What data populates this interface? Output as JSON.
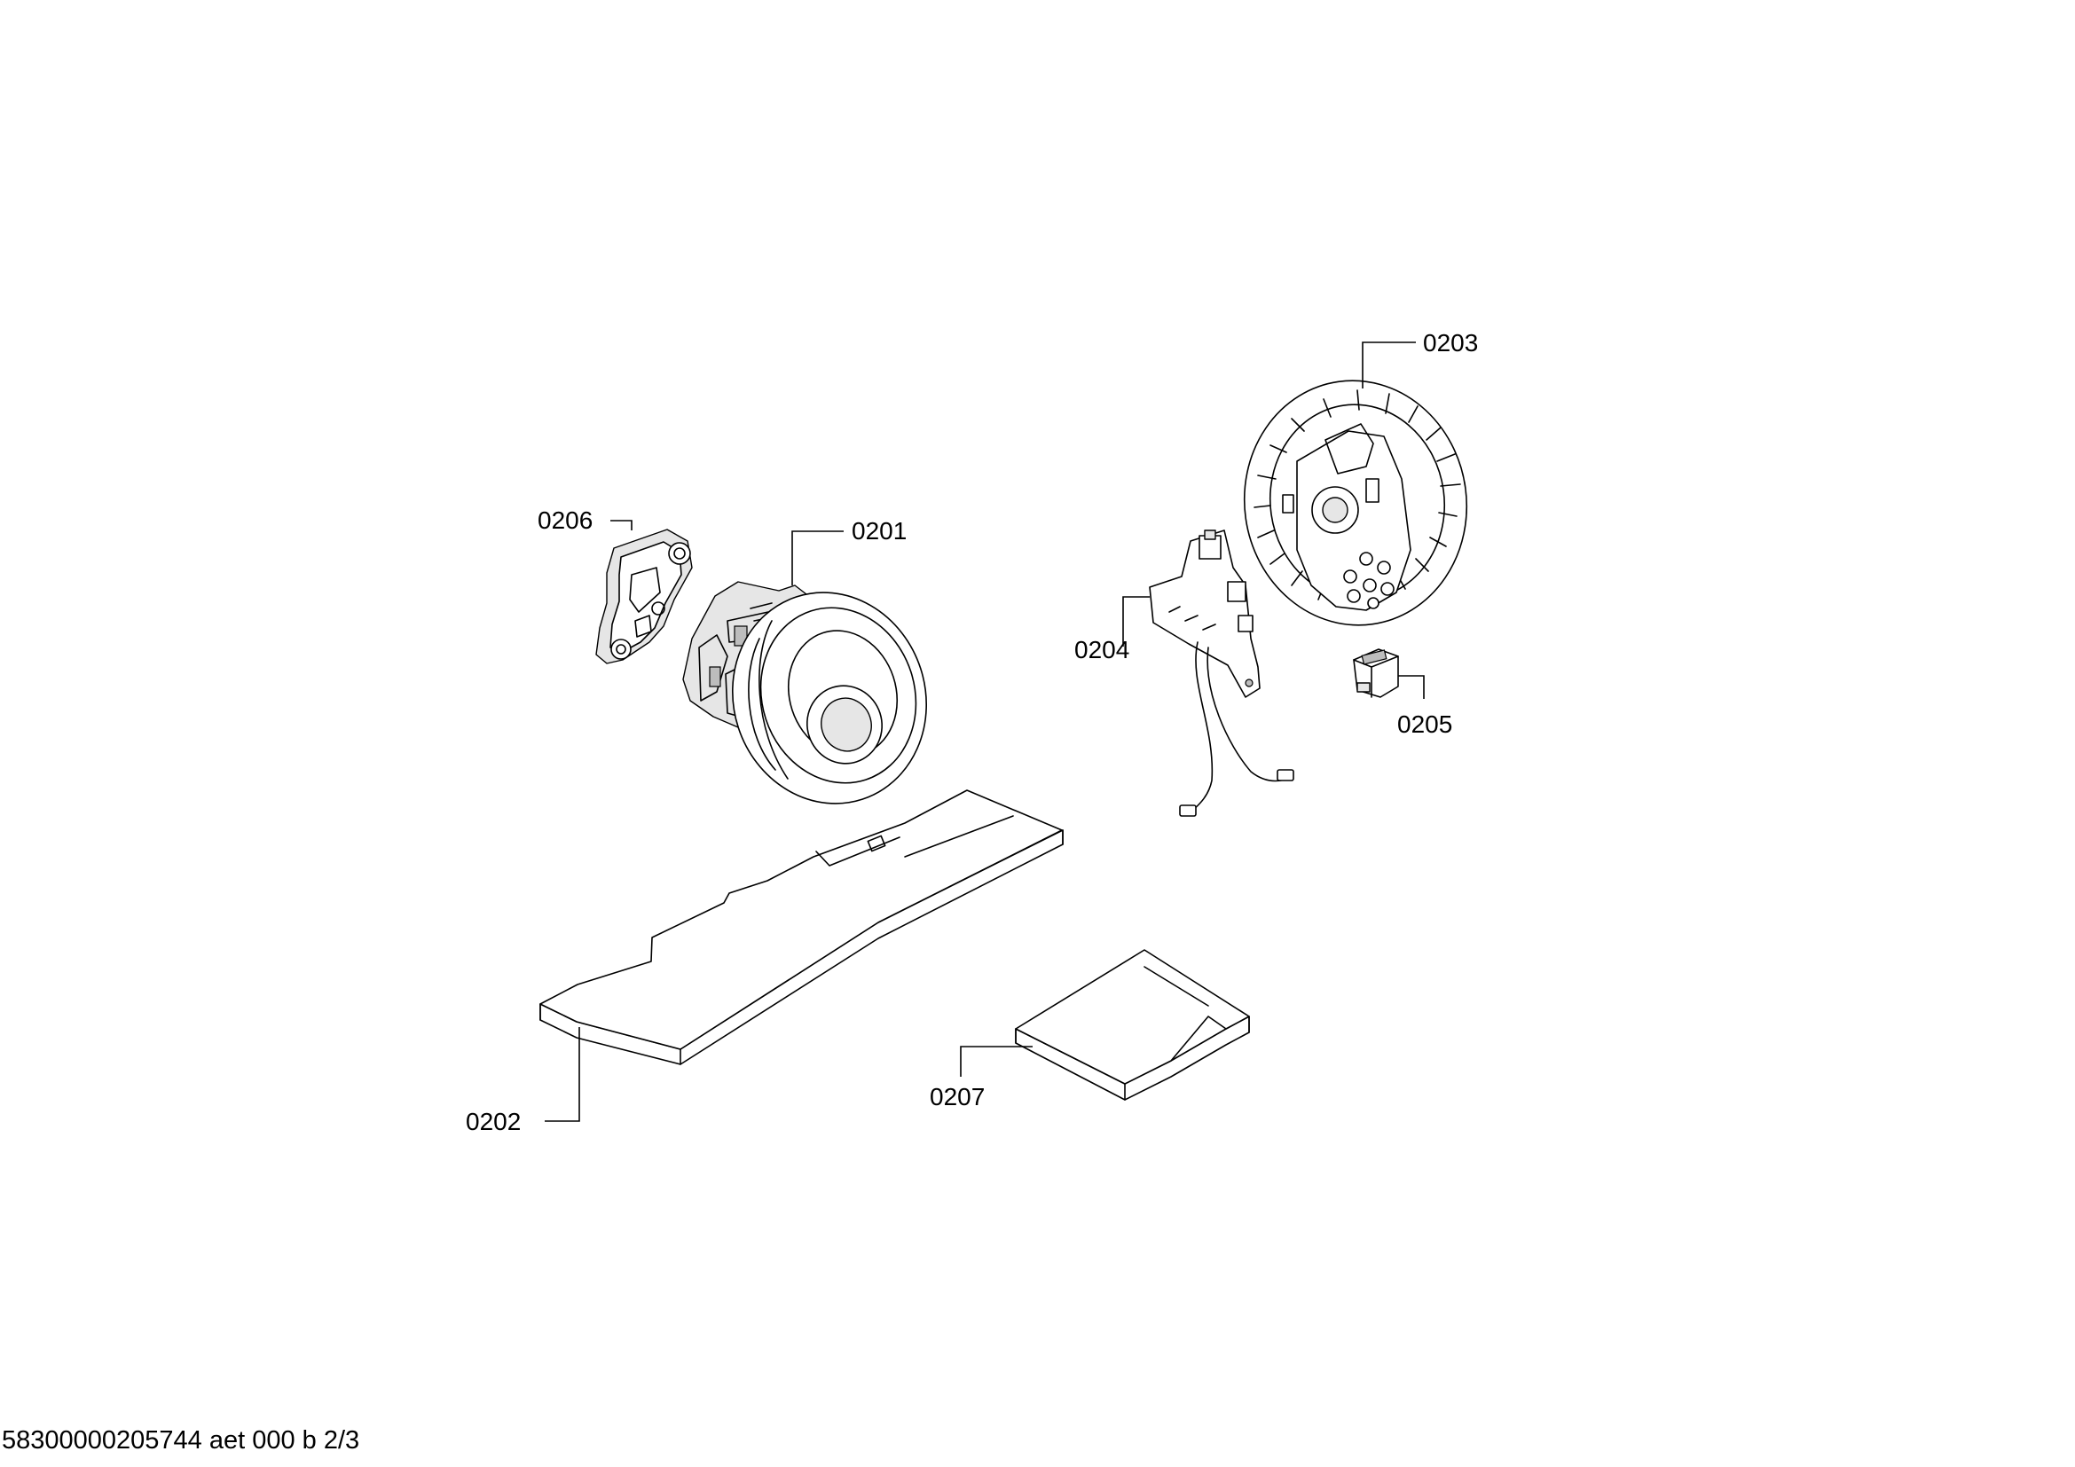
{
  "diagram": {
    "parts": [
      {
        "id": "0201",
        "label": "0201"
      },
      {
        "id": "0202",
        "label": "0202"
      },
      {
        "id": "0203",
        "label": "0203"
      },
      {
        "id": "0204",
        "label": "0204"
      },
      {
        "id": "0205",
        "label": "0205"
      },
      {
        "id": "0206",
        "label": "0206"
      },
      {
        "id": "0207",
        "label": "0207"
      }
    ]
  },
  "footer": {
    "text": "58300000205744 aet 000 b 2/3"
  }
}
